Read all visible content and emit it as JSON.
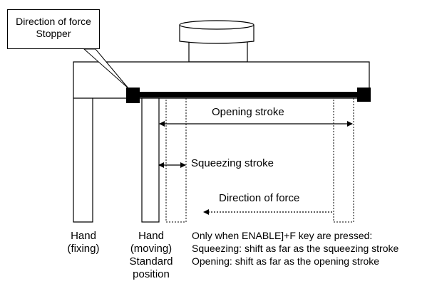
{
  "callout": {
    "line1": "Direction of force",
    "line2": "Stopper"
  },
  "labels": {
    "opening_stroke": "Opening stroke",
    "squeezing_stroke": "Squeezing stroke",
    "direction_of_force": "Direction of force"
  },
  "hand_fixing": {
    "line1": "Hand",
    "line2": "(fixing)"
  },
  "hand_moving": {
    "line1": "Hand",
    "line2": "(moving)",
    "line3": "Standard",
    "line4": "position"
  },
  "note": {
    "line1": "Only when ENABLE]+F key are pressed:",
    "line2": "Squeezing: shift as far as the squeezing stroke",
    "line3": "Opening: shift as far as the opening stroke"
  }
}
